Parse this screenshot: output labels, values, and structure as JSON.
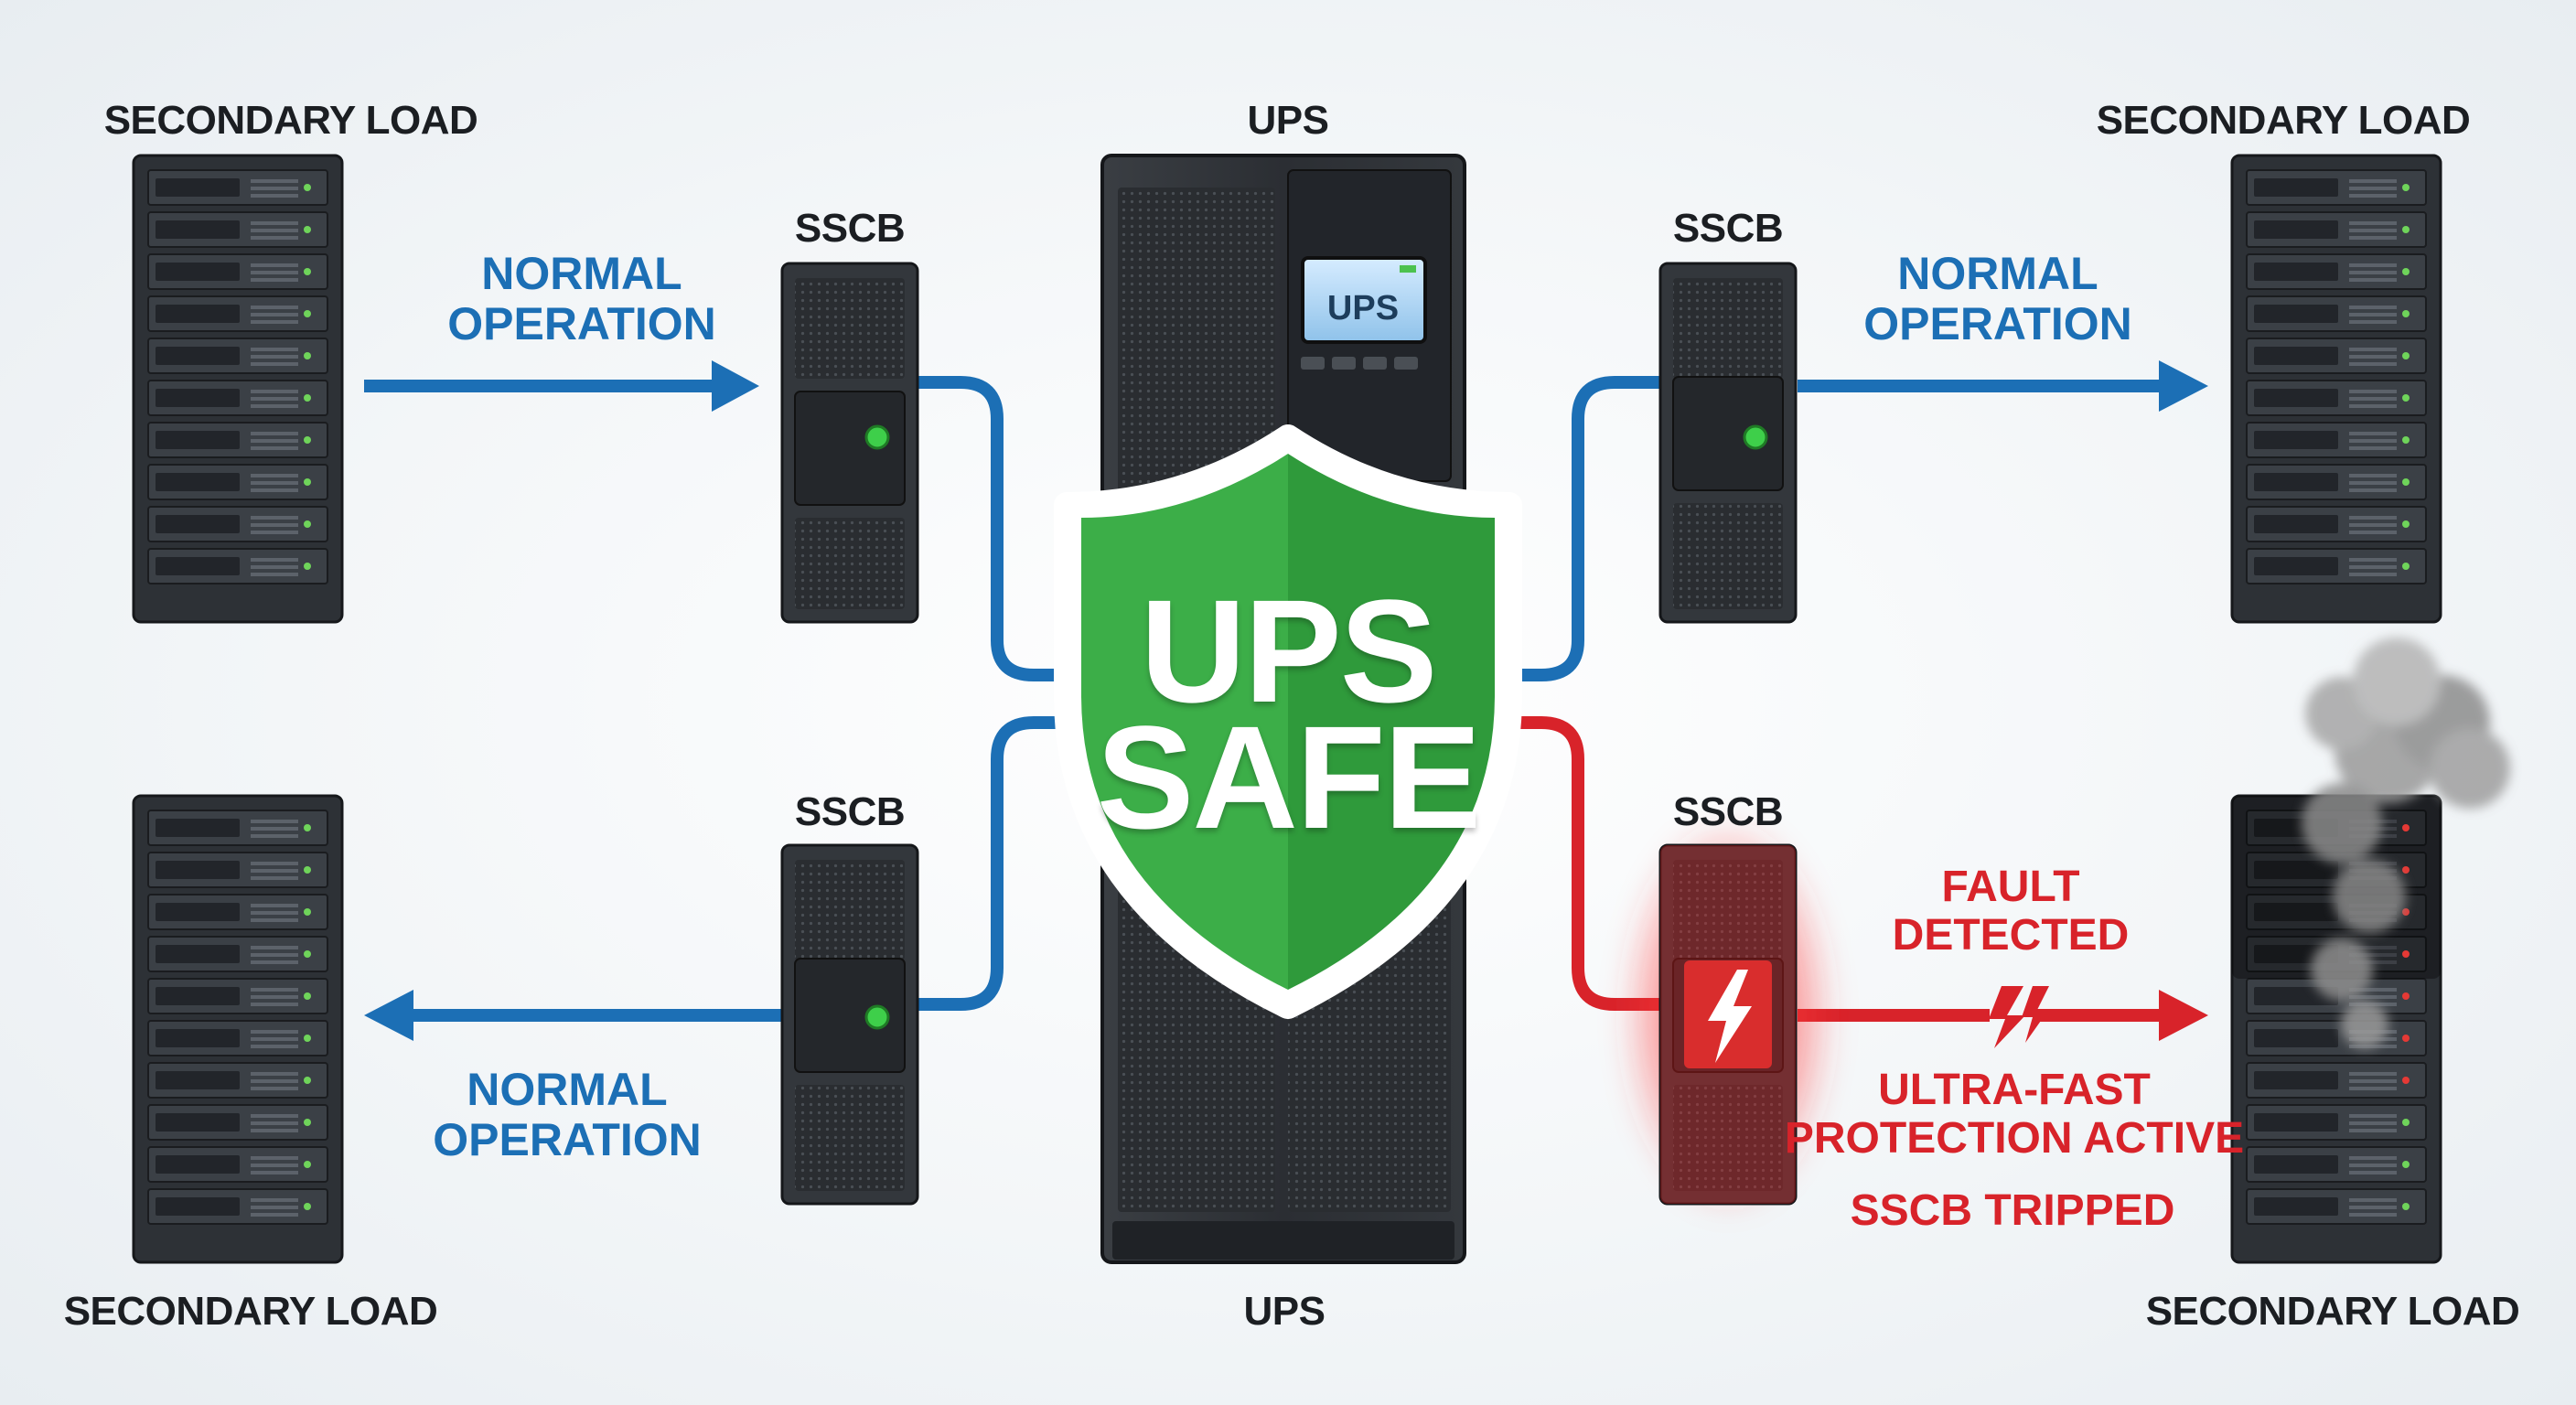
{
  "labels": {
    "secondary_load": "SECONDARY LOAD",
    "ups": "UPS",
    "sscb": "SSCB",
    "normal_line1": "NORMAL",
    "normal_line2": "OPERATION",
    "fault_line1": "FAULT",
    "fault_line2": "DETECTED",
    "protection_line1": "ULTRA-FAST",
    "protection_line2": "PROTECTION ACTIVE",
    "tripped": "SSCB TRIPPED",
    "ups_screen": "UPS",
    "shield_line1": "UPS",
    "shield_line2": "SAFE"
  },
  "colors": {
    "normal_flow": "#1c6fb5",
    "fault_flow": "#d8232a",
    "shield_green": "#3aa845",
    "cabinet": "#2e3237"
  },
  "icons": {
    "power": "power-icon",
    "lightning": "lightning-icon",
    "break": "broken-wire-icon",
    "smoke": "smoke-icon"
  }
}
